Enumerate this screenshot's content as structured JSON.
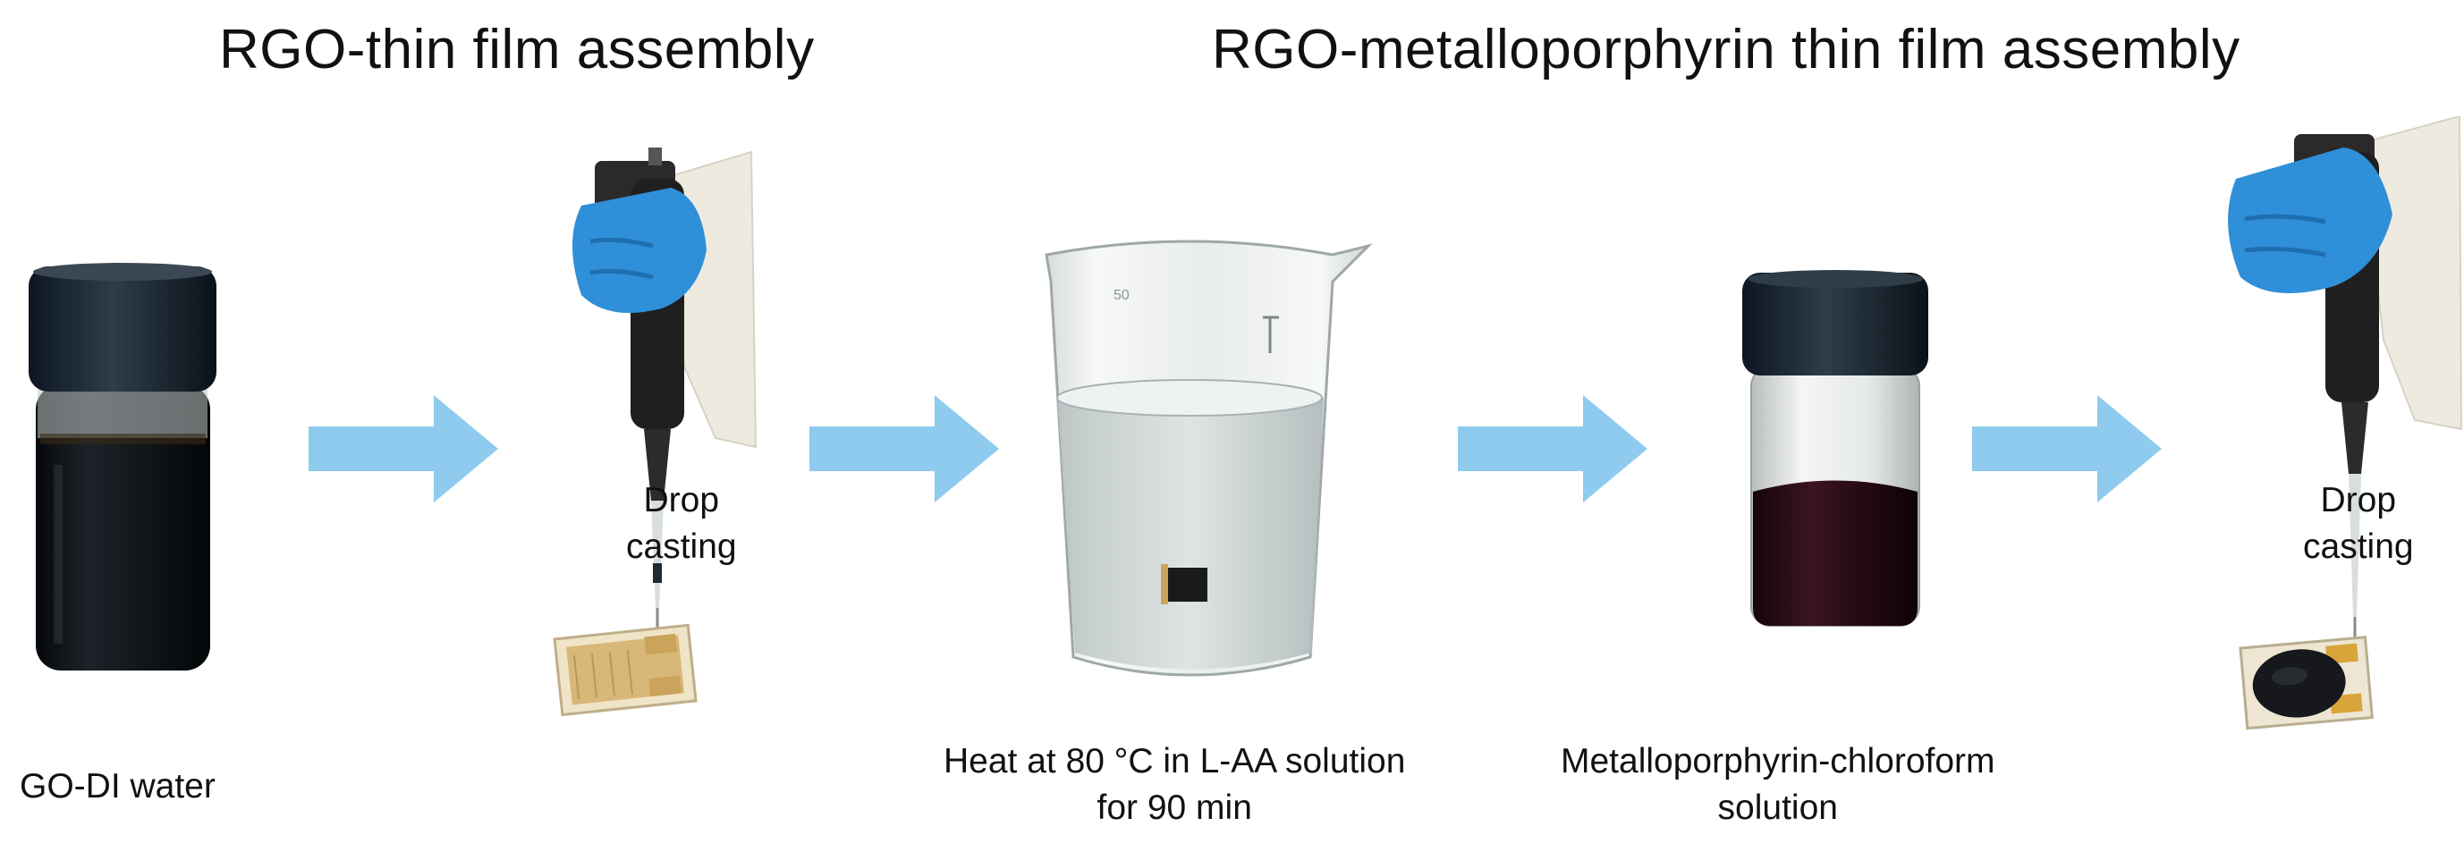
{
  "titles": {
    "rgo_thin_film": "RGO-thin film assembly",
    "rgo_metalloporphyrin": "RGO-metalloporphyrin thin film assembly"
  },
  "labels": {
    "go_di_water": "GO-DI water",
    "drop_casting_1_line1": "Drop",
    "drop_casting_1_line2": "casting",
    "heat_line1": "Heat at  80 °C in L-AA solution",
    "heat_line2": "for 90 min",
    "metallo_line1": "Metalloporphyrin-chloroform",
    "metallo_line2": "solution",
    "drop_casting_2_line1": "Drop",
    "drop_casting_2_line2": "casting"
  },
  "colors": {
    "arrow": "#8ecbee",
    "glove": "#2f8fd8",
    "lab_coat": "#eeeae0",
    "go_liquid": "#101418",
    "metallo_liquid": "#2a0d16",
    "electrode_gold": "#c9a45a"
  },
  "icons": [
    "vial-icon",
    "pipette-icon",
    "beaker-icon",
    "arrow-right-icon"
  ]
}
